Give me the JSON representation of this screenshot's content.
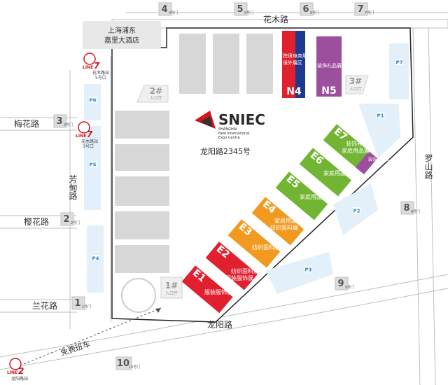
{
  "roads": {
    "huamu": "花木路",
    "meihua": "梅花路",
    "fangdian": "芳甸路",
    "yinghua": "樱花路",
    "lanhua": "兰花路",
    "longyang": "龙阳路",
    "luoshan": "罗山路"
  },
  "hotel": {
    "line1": "上海浦东",
    "line2": "嘉里大酒店"
  },
  "center": {
    "logo_text": "SNIEC",
    "sub1": "SHANGHAI",
    "sub2": "New International",
    "sub3": "Expo Centre",
    "address": "龙阳路2345号"
  },
  "gates": [
    {
      "num": "1",
      "sub": "1号门"
    },
    {
      "num": "2",
      "sub": "2号门"
    },
    {
      "num": "3",
      "sub": "3号门"
    },
    {
      "num": "4",
      "sub": "4号门"
    },
    {
      "num": "5",
      "sub": "5号门"
    },
    {
      "num": "6",
      "sub": "6号门"
    },
    {
      "num": "7",
      "sub": "7号门"
    },
    {
      "num": "8",
      "sub": "8号门"
    },
    {
      "num": "9",
      "sub": "9号门"
    },
    {
      "num": "10",
      "sub": "10号门"
    }
  ],
  "entrances": [
    {
      "num": "1#",
      "sub": "入口厅"
    },
    {
      "num": "2#",
      "sub": "入口厅"
    },
    {
      "num": "3#",
      "sub": "入口厅"
    }
  ],
  "parking": [
    "P1",
    "P2",
    "P3",
    "P4",
    "P5",
    "P6",
    "P7"
  ],
  "metro": [
    {
      "line": "LINE",
      "num": "7",
      "station": "花木路站",
      "exit": "5号口"
    },
    {
      "line": "LINE",
      "num": "7",
      "station": "花木路站",
      "exit": "3号口"
    },
    {
      "line": "LINE",
      "num": "2",
      "station": "龙阳路站",
      "exit": ""
    }
  ],
  "shuttle": "免费班车",
  "halls": [
    {
      "code": "E1",
      "text1": "服装服饰展",
      "color": "#e0202e"
    },
    {
      "code": "E2",
      "text1": "纺织面料展",
      "text2": "服装服饰展",
      "color": "#e0202e"
    },
    {
      "code": "E3",
      "text1": "纺织面料展",
      "color": "#f29a1f"
    },
    {
      "code": "E4",
      "text1": "家居用品展",
      "text2": "纺织面料展",
      "color": "#f29a1f"
    },
    {
      "code": "E5",
      "text1": "家庭用品展",
      "color": "#72b533"
    },
    {
      "code": "E6",
      "text1": "家庭用品展",
      "color": "#72b533"
    },
    {
      "code": "E7",
      "text1": "装饰礼品展",
      "text2": "家庭用品展",
      "color": "#72b533",
      "annex": "装饰礼品展",
      "annex_color": "#9c4f9c"
    },
    {
      "code": "N4",
      "text1": "跨境电商展区",
      "text2": "境外展区",
      "color": "#e0202e",
      "color2": "#1c3a8f"
    },
    {
      "code": "N5",
      "text1": "装饰礼品展",
      "color": "#9c4f9c"
    }
  ],
  "colors": {
    "red": "#e0202e",
    "orange": "#f29a1f",
    "green": "#72b533",
    "purple": "#9c4f9c",
    "navy": "#1c3a8f",
    "grey_hall": "#d7d7d7",
    "parking": "#e3f0f9"
  }
}
